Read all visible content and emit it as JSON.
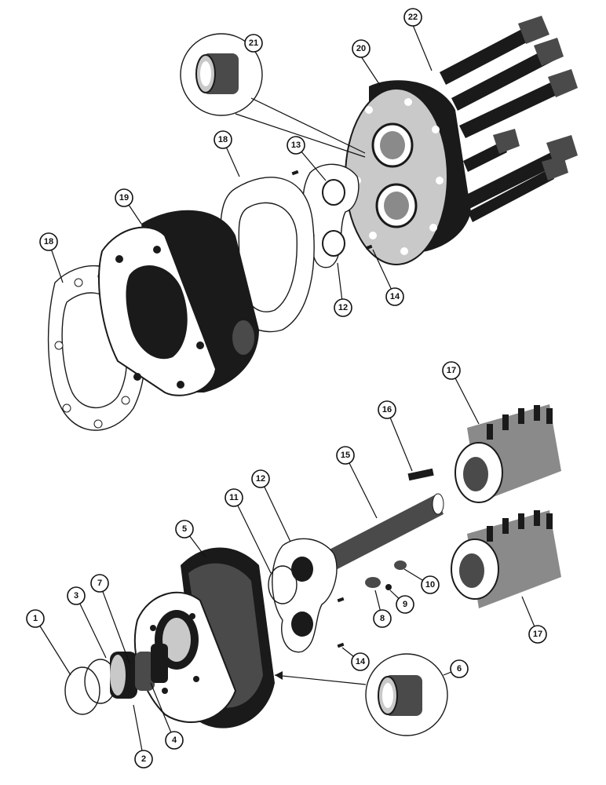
{
  "callouts": [
    {
      "id": "c1",
      "label": "1"
    },
    {
      "id": "c2",
      "label": "2"
    },
    {
      "id": "c3",
      "label": "3"
    },
    {
      "id": "c4",
      "label": "4"
    },
    {
      "id": "c5",
      "label": "5"
    },
    {
      "id": "c6",
      "label": "6"
    },
    {
      "id": "c7",
      "label": "7"
    },
    {
      "id": "c8",
      "label": "8"
    },
    {
      "id": "c9",
      "label": "9"
    },
    {
      "id": "c10",
      "label": "10"
    },
    {
      "id": "c11",
      "label": "11"
    },
    {
      "id": "c12a",
      "label": "12"
    },
    {
      "id": "c12b",
      "label": "12"
    },
    {
      "id": "c13",
      "label": "13"
    },
    {
      "id": "c14a",
      "label": "14"
    },
    {
      "id": "c14b",
      "label": "14"
    },
    {
      "id": "c15",
      "label": "15"
    },
    {
      "id": "c16",
      "label": "16"
    },
    {
      "id": "c17a",
      "label": "17"
    },
    {
      "id": "c17b",
      "label": "17"
    },
    {
      "id": "c18a",
      "label": "18"
    },
    {
      "id": "c18b",
      "label": "18"
    },
    {
      "id": "c19",
      "label": "19"
    },
    {
      "id": "c20",
      "label": "20"
    },
    {
      "id": "c21",
      "label": "21"
    },
    {
      "id": "c22",
      "label": "22"
    }
  ],
  "colors": {
    "ink": "#1a1a1a",
    "paper": "#ffffff",
    "shade": "#8a8a8a"
  }
}
